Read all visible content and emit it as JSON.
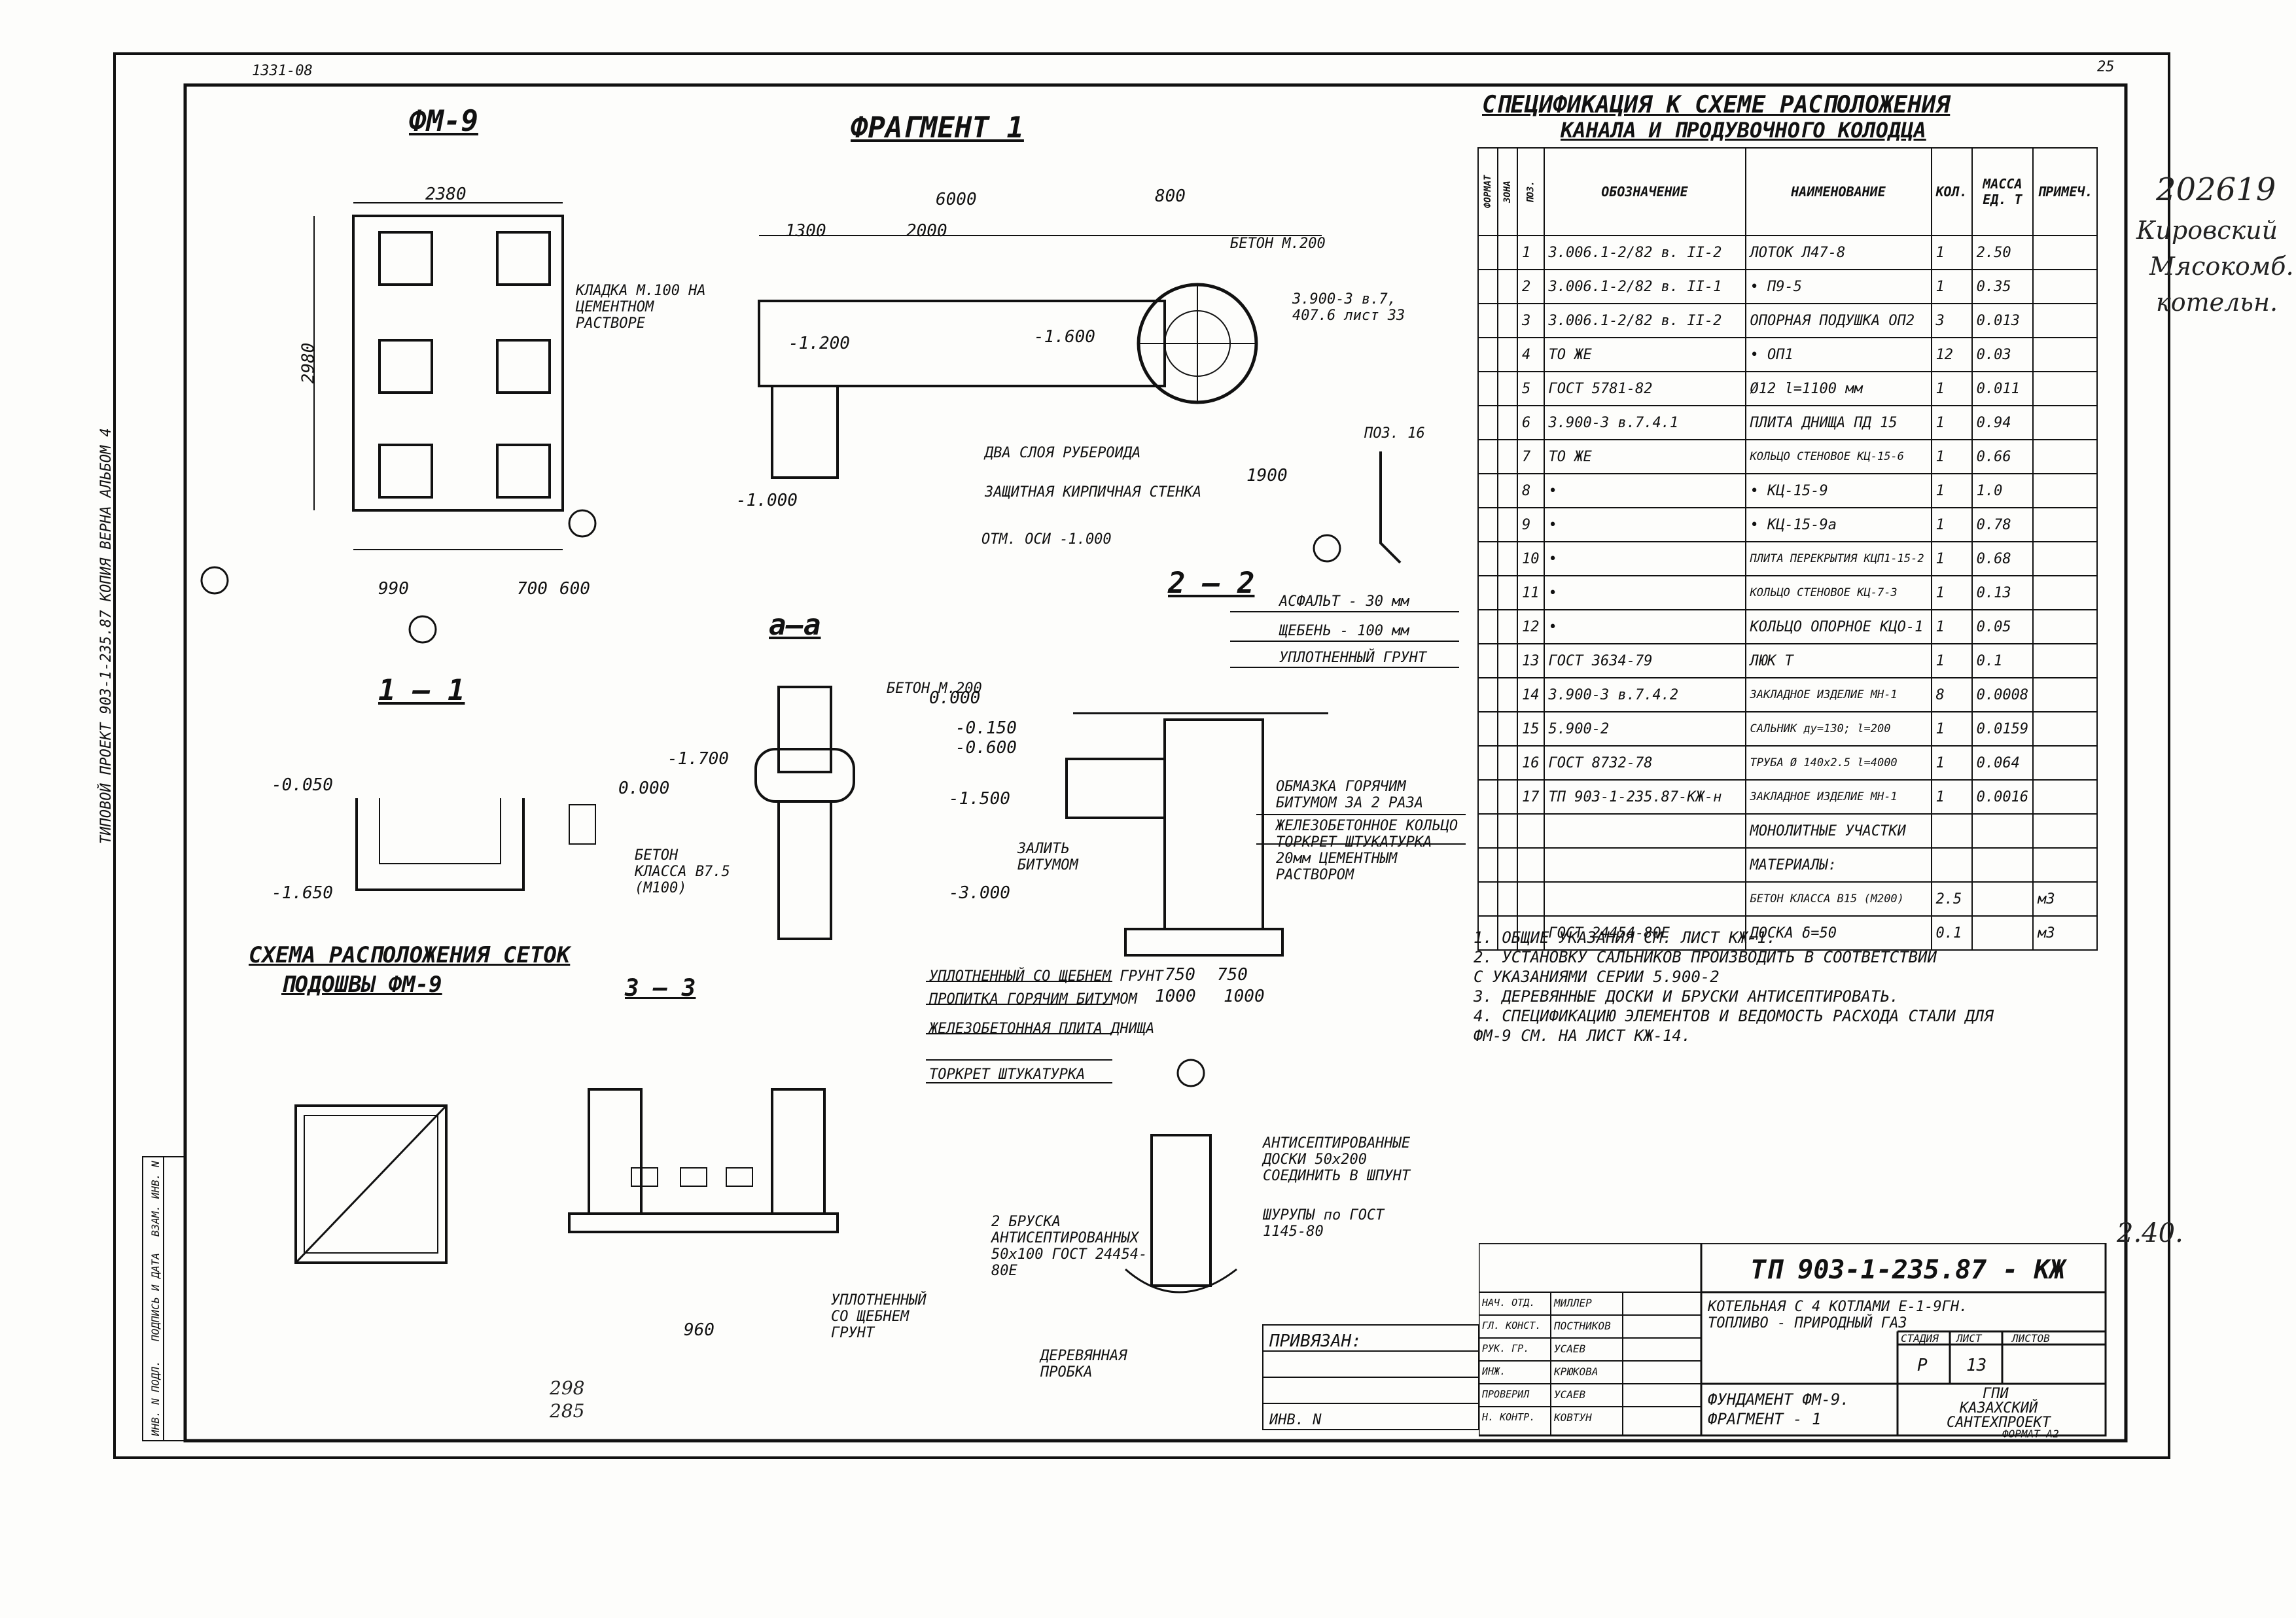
{
  "headers": {
    "fragment": "ФРАГМЕНТ 1",
    "fm9": "ФМ-9",
    "spec_title_line1": "СПЕЦИФИКАЦИЯ К СХЕМЕ РАСПОЛОЖЕНИЯ",
    "spec_title_line2": "КАНАЛА И ПРОДУВОЧНОГО КОЛОДЦА",
    "section_aa": "а—а",
    "section_11": "1 — 1",
    "section_22": "2 — 2",
    "section_33": "3 — 3",
    "mesh_scheme_line1": "СХЕМА РАСПОЛОЖЕНИЯ СЕТОК",
    "mesh_scheme_line2": "ПОДОШВЫ ФМ-9"
  },
  "margin_notes": {
    "top_left_code": "1331-08",
    "side_left": "ТИПОВОЙ ПРОЕКТ 903-1-235.87 КОПИЯ ВЕРНА АЛЬБОМ 4",
    "top_right_page": "25",
    "handwritten_number": "202619",
    "handwritten_text_1": "Кировский",
    "handwritten_text_2": "Мясокомб.",
    "handwritten_text_3": "котельн.",
    "handwritten_right_1": "2.40.",
    "handwritten_bottom_1": "298",
    "handwritten_bottom_2": "285"
  },
  "dimensions": {
    "fm9_width": "2380",
    "fm9_bottom_left": "990",
    "fm9_bottom_mid": "700",
    "fm9_bottom_right": "600",
    "fm9_height": "2980",
    "frag_total": "6000",
    "frag_left": "1300",
    "frag_mid": "2000",
    "frag_right": "800",
    "frag_dia": "1900",
    "elev_minus_1200": "-1.200",
    "elev_minus_1600": "-1.600",
    "elev_minus_1000": "-1.000",
    "elev_zero": "0.000",
    "elev_minus_150": "-0.150",
    "elev_minus_600": "-0.600",
    "elev_minus_1500": "-1.500",
    "elev_minus_3000": "-3.000",
    "elev_minus_1700": "-1.700",
    "elev_minus_0050": "-0.050",
    "elev_minus_1650": "-1.650",
    "dim_750a": "750",
    "dim_750b": "750",
    "dim_1000a": "1000",
    "dim_1000b": "1000",
    "dim_33_total": "960"
  },
  "callouts": {
    "beton_m200": "БЕТОН М.200",
    "mortar": "КЛАДКА М.100 НА ЦЕМЕНТНОМ РАСТВОРЕ",
    "two_layers": "ДВА СЛОЯ РУБЕРОИДА",
    "protective_wall": "ЗАЩИТНАЯ КИРПИЧНАЯ СТЕНКА",
    "axis_level": "ОТМ. ОСИ -1.000",
    "ref_sheet": "3.900-3 в.7, 407.6 лист 33",
    "pos16": "ПОЗ. 16",
    "asphalt": "АСФАЛЬТ - 30 мм",
    "gravel": "ЩЕБЕНЬ - 100 мм",
    "soil": "УПЛОТНЕННЫЙ ГРУНТ",
    "coat_bitumen": "ОБМАЗКА ГОРЯЧИМ БИТУМОМ ЗА 2 РАЗА",
    "rc_ring": "ЖЕЛЕЗОБЕТОННОЕ КОЛЬЦО",
    "torcret": "ТОРКРЕТ ШТУКАТУРКА 20мм ЦЕМЕНТНЫМ РАСТВОРОМ",
    "fill_bitumen": "ЗАЛИТЬ БИТУМОМ",
    "beton_class": "БЕТОН КЛАССА В7.5 (М100)",
    "layer1": "УПЛОТНЕННЫЙ СО ЩЕБНЕМ ГРУНТ",
    "layer2": "ПРОПИТКА ГОРЯЧИМ БИТУМОМ",
    "layer3": "ЖЕЛЕЗОБЕТОННАЯ ПЛИТА ДНИЩА",
    "layer4": "ТОРКРЕТ ШТУКАТУРКА",
    "antiseptic": "АНТИСЕПТИРОВАННЫЕ ДОСКИ 50х200 СОЕДИНИТЬ В ШПУНТ",
    "bars": "2 БРУСКА АНТИСЕПТИРОВАННЫХ 50х100 ГОСТ 24454-80Е",
    "screws": "ШУРУПЫ по ГОСТ 1145-80",
    "wood_plug": "ДЕРЕВЯННАЯ ПРОБКА",
    "compacted": "УПЛОТНЕННЫЙ СО ЩЕБНЕМ ГРУНТ"
  },
  "spec_table": {
    "columns": [
      "ФОРМАТ",
      "ЗОНА",
      "ПОЗ.",
      "ОБОЗНАЧЕНИЕ",
      "НАИМЕНОВАНИЕ",
      "КОЛ.",
      "МАССА ЕД. Т",
      "ПРИМЕЧ."
    ],
    "rows": [
      [
        "",
        "",
        "1",
        "3.006.1-2/82 в. II-2",
        "ЛОТОК Л47-8",
        "1",
        "2.50",
        ""
      ],
      [
        "",
        "",
        "2",
        "3.006.1-2/82 в. II-1",
        "• П9-5",
        "1",
        "0.35",
        ""
      ],
      [
        "",
        "",
        "3",
        "3.006.1-2/82 в. II-2",
        "ОПОРНАЯ ПОДУШКА ОП2",
        "3",
        "0.013",
        ""
      ],
      [
        "",
        "",
        "4",
        "ТО ЖЕ",
        "• ОП1",
        "12",
        "0.03",
        ""
      ],
      [
        "",
        "",
        "5",
        "ГОСТ 5781-82",
        "Ø12 l=1100 мм",
        "1",
        "0.011",
        ""
      ],
      [
        "",
        "",
        "6",
        "3.900-3 в.7.4.1",
        "ПЛИТА ДНИЩА ПД 15",
        "1",
        "0.94",
        ""
      ],
      [
        "",
        "",
        "7",
        "ТО ЖЕ",
        "КОЛЬЦО СТЕНОВОЕ КЦ-15-6",
        "1",
        "0.66",
        ""
      ],
      [
        "",
        "",
        "8",
        "•",
        "• КЦ-15-9",
        "1",
        "1.0",
        ""
      ],
      [
        "",
        "",
        "9",
        "•",
        "• КЦ-15-9а",
        "1",
        "0.78",
        ""
      ],
      [
        "",
        "",
        "10",
        "•",
        "ПЛИТА ПЕРЕКРЫТИЯ КЦП1-15-2",
        "1",
        "0.68",
        ""
      ],
      [
        "",
        "",
        "11",
        "•",
        "КОЛЬЦО СТЕНОВОЕ КЦ-7-3",
        "1",
        "0.13",
        ""
      ],
      [
        "",
        "",
        "12",
        "•",
        "КОЛЬЦО ОПОРНОЕ КЦО-1",
        "1",
        "0.05",
        ""
      ],
      [
        "",
        "",
        "13",
        "ГОСТ 3634-79",
        "ЛЮК Т",
        "1",
        "0.1",
        ""
      ],
      [
        "",
        "",
        "14",
        "3.900-3 в.7.4.2",
        "ЗАКЛАДНОЕ ИЗДЕЛИЕ МН-1",
        "8",
        "0.0008",
        ""
      ],
      [
        "",
        "",
        "15",
        "5.900-2",
        "САЛЬНИК ду=130; l=200",
        "1",
        "0.0159",
        ""
      ],
      [
        "",
        "",
        "16",
        "ГОСТ 8732-78",
        "ТРУБА Ø 140х2.5 l=4000",
        "1",
        "0.064",
        ""
      ],
      [
        "",
        "",
        "17",
        "ТП 903-1-235.87-КЖ-н",
        "ЗАКЛАДНОЕ ИЗДЕЛИЕ МН-1",
        "1",
        "0.0016",
        ""
      ],
      [
        "",
        "",
        "",
        "",
        "МОНОЛИТНЫЕ УЧАСТКИ",
        "",
        "",
        ""
      ],
      [
        "",
        "",
        "",
        "",
        "МАТЕРИАЛЫ:",
        "",
        "",
        ""
      ],
      [
        "",
        "",
        "",
        "",
        "БЕТОН КЛАССА В15 (М200)",
        "2.5",
        "",
        "м3"
      ],
      [
        "",
        "",
        "",
        "ГОСТ 24454-80Е",
        "ДОСКА δ=50",
        "0.1",
        "",
        "м3"
      ]
    ]
  },
  "notes": [
    "1. ОБЩИЕ УКАЗАНИЯ СМ. ЛИСТ КЖ-1.",
    "2. УСТАНОВКУ САЛЬНИКОВ ПРОИЗВОДИТЬ В СООТВЕТСТВИИ",
    "   С УКАЗАНИЯМИ СЕРИИ 5.900-2",
    "3. ДЕРЕВЯННЫЕ ДОСКИ И БРУСКИ АНТИСЕПТИРОВАТЬ.",
    "4. СПЕЦИФИКАЦИЮ ЭЛЕМЕНТОВ И ВЕДОМОСТЬ РАСХОДА СТАЛИ ДЛЯ",
    "   ФМ-9 СМ. НА ЛИСТ КЖ-14."
  ],
  "title_block": {
    "code": "ТП 903-1-235.87 - КЖ",
    "project_line1": "КОТЕЛЬНАЯ С 4 КОТЛАМИ Е-1-9ГН.",
    "project_line2": "ТОПЛИВО - ПРИРОДНЫЙ ГАЗ",
    "sheet_title_line1": "ФУНДАМЕНТ ФМ-9.",
    "sheet_title_line2": "ФРАГМЕНТ - 1",
    "org_line1": "ГПИ",
    "org_line2": "КАЗАХСКИЙ",
    "org_line3": "САНТЕХПРОЕКТ",
    "stage_label": "СТАДИЯ",
    "sheet_label": "ЛИСТ",
    "sheets_label": "ЛИСТОВ",
    "stage": "Р",
    "sheet": "13",
    "format": "ФОРМАТ А2",
    "privyazan": "ПРИВЯЗАН:",
    "inv": "ИНВ. N",
    "roles": [
      "НАЧ. ОТД.",
      "ГЛ. КОНСТ.",
      "РУК. ГР.",
      "ИНЖ.",
      "ПРОВЕРИЛ",
      "Н. КОНТР."
    ],
    "names": [
      "МИЛЛЕР",
      "ПОСТНИКОВ",
      "УСАЕВ",
      "КРЮКОВА",
      "УСАЕВ",
      "КОВТУН"
    ]
  },
  "margin_table": {
    "cells": [
      "ИНВ. N ПОДЛ.",
      "ПОДПИСЬ И ДАТА",
      "ВЗАМ. ИНВ. N"
    ]
  }
}
